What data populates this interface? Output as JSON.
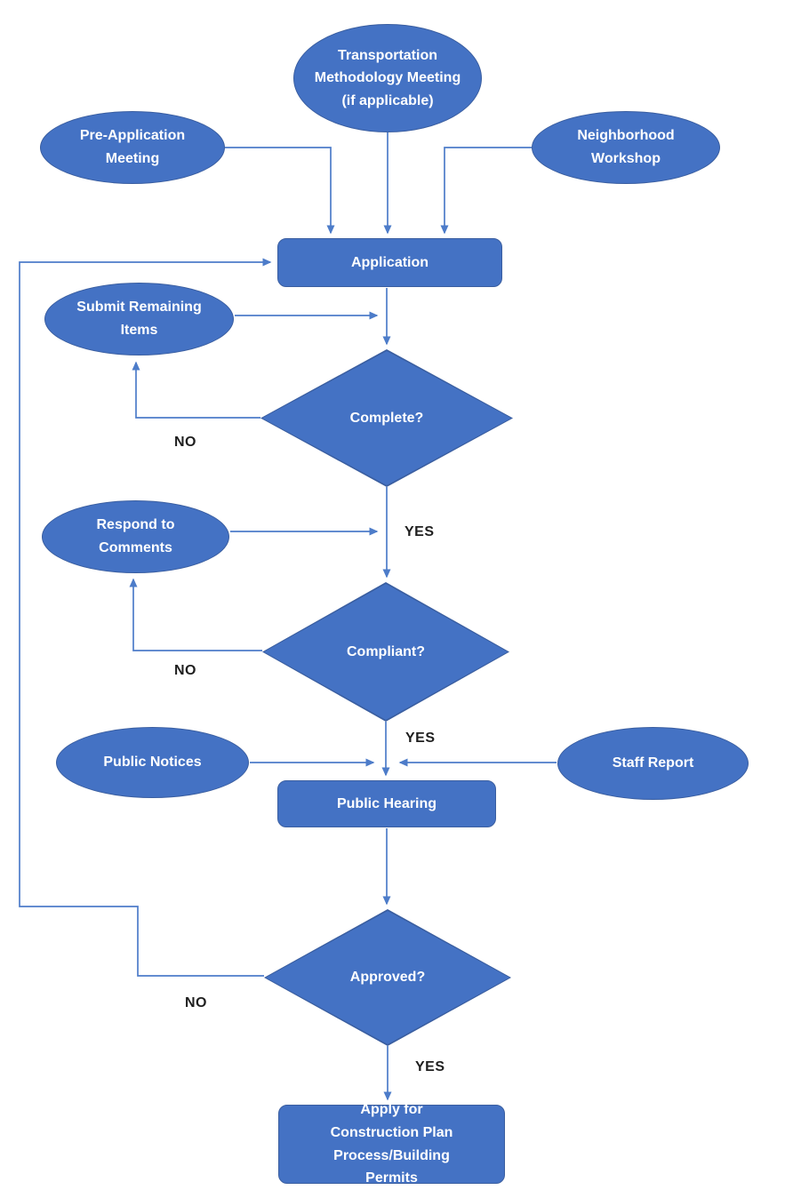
{
  "colors": {
    "background": "#ffffff",
    "shape_fill": "#4472c4",
    "shape_border": "#3a5ea0",
    "shape_text": "#ffffff",
    "connector": "#4d7cc9",
    "label_text": "#1f1f1f"
  },
  "chart_title": "",
  "nodes": {
    "transportation_meeting": {
      "label": "Transportation Methodology Meeting (if applicable)",
      "type": "ellipse"
    },
    "pre_application_meeting": {
      "label": "Pre-Application Meeting",
      "type": "ellipse"
    },
    "neighborhood_workshop": {
      "label": "Neighborhood Workshop",
      "type": "ellipse"
    },
    "application": {
      "label": "Application",
      "type": "process"
    },
    "submit_remaining_items": {
      "label": "Submit Remaining Items",
      "type": "ellipse"
    },
    "complete": {
      "label": "Complete?",
      "type": "decision"
    },
    "respond_to_comments": {
      "label": "Respond to Comments",
      "type": "ellipse"
    },
    "compliant": {
      "label": "Compliant?",
      "type": "decision"
    },
    "public_notices": {
      "label": "Public Notices",
      "type": "ellipse"
    },
    "staff_report": {
      "label": "Staff Report",
      "type": "ellipse"
    },
    "public_hearing": {
      "label": "Public Hearing",
      "type": "process"
    },
    "approved": {
      "label": "Approved?",
      "type": "decision"
    },
    "apply_permits": {
      "label": "Apply for Construction Plan Process/Building Permits",
      "type": "process"
    }
  },
  "edge_labels": {
    "complete_no": "NO",
    "complete_yes": "YES",
    "compliant_no": "NO",
    "compliant_yes": "YES",
    "approved_no": "NO",
    "approved_yes": "YES"
  },
  "edges": [
    {
      "from": "pre_application_meeting",
      "to": "application",
      "label": ""
    },
    {
      "from": "transportation_meeting",
      "to": "application",
      "label": ""
    },
    {
      "from": "neighborhood_workshop",
      "to": "application",
      "label": ""
    },
    {
      "from": "application",
      "to": "complete",
      "label": ""
    },
    {
      "from": "complete",
      "to": "submit_remaining_items",
      "label": "NO"
    },
    {
      "from": "submit_remaining_items",
      "to": "application",
      "label": ""
    },
    {
      "from": "complete",
      "to": "compliant",
      "label": "YES"
    },
    {
      "from": "compliant",
      "to": "respond_to_comments",
      "label": "NO"
    },
    {
      "from": "respond_to_comments",
      "to": "compliant",
      "label": ""
    },
    {
      "from": "compliant",
      "to": "public_hearing",
      "label": "YES"
    },
    {
      "from": "public_notices",
      "to": "public_hearing",
      "label": ""
    },
    {
      "from": "staff_report",
      "to": "public_hearing",
      "label": ""
    },
    {
      "from": "public_hearing",
      "to": "approved",
      "label": ""
    },
    {
      "from": "approved",
      "to": "application",
      "label": "NO"
    },
    {
      "from": "approved",
      "to": "apply_permits",
      "label": "YES"
    }
  ]
}
